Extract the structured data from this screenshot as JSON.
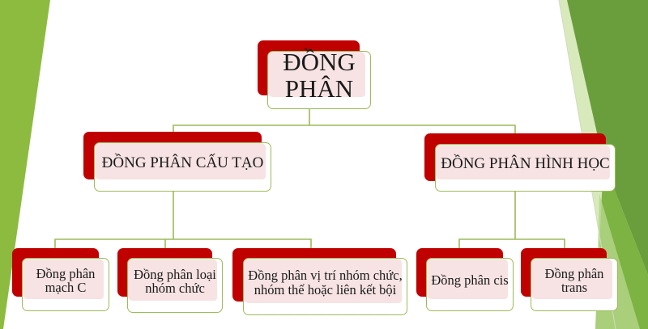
{
  "diagram": {
    "type": "hierarchy-chart",
    "colors": {
      "accent_red": "#c00000",
      "box_fill": "#f7e3e3",
      "box_border": "#9bbb59",
      "connector": "#9bbb59",
      "background_green_light": "#8dbb40",
      "background_green_dark": "#5f9e35"
    },
    "root": {
      "label": "ĐỒNG PHÂN"
    },
    "level2": [
      {
        "label": "ĐỒNG PHÂN CẤU TẠO",
        "children": [
          {
            "label": "Đồng phân mạch C"
          },
          {
            "label": "Đồng phân loại nhóm chức"
          },
          {
            "label": "Đồng phân vị trí nhóm chức, nhóm thế hoặc liên kết bội"
          }
        ]
      },
      {
        "label": "ĐỒNG PHÂN HÌNH HỌC",
        "children": [
          {
            "label": "Đồng phân cis"
          },
          {
            "label": "Đồng phân trans"
          }
        ]
      }
    ]
  }
}
